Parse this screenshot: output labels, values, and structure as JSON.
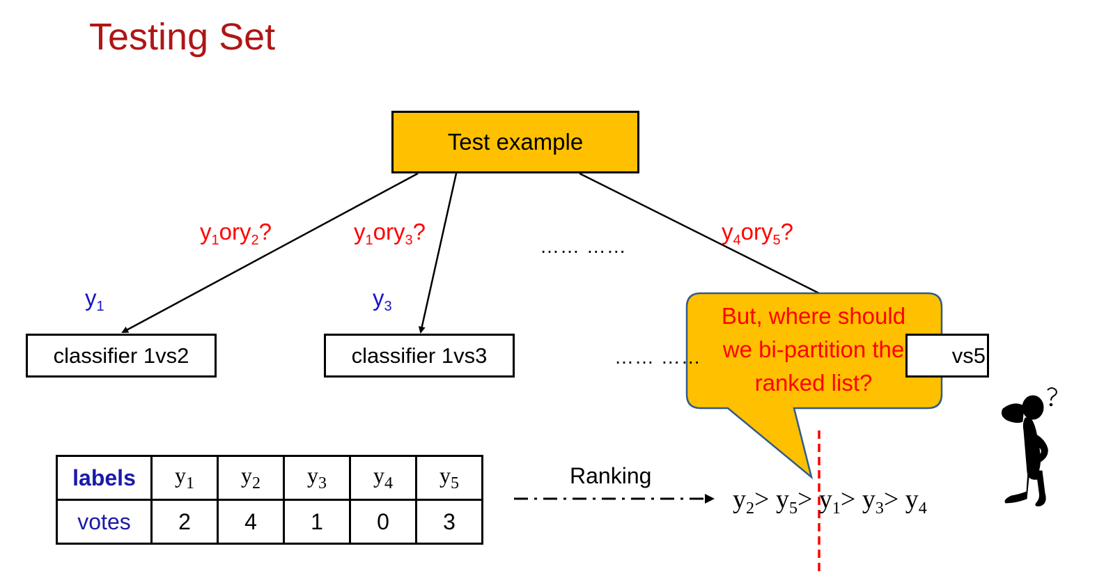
{
  "title": "Testing Set",
  "root": {
    "label": "Test example"
  },
  "questions": [
    {
      "y_a": "y",
      "a_sub": "1",
      "or": "or",
      "y_b": "y",
      "b_sub": "2",
      "q": "?"
    },
    {
      "y_a": "y",
      "a_sub": "1",
      "or": "or",
      "y_b": "y",
      "b_sub": "3",
      "q": "?"
    },
    {
      "y_a": "y",
      "a_sub": "4",
      "or": "or",
      "y_b": "y",
      "b_sub": "5",
      "q": "?"
    }
  ],
  "edge_results": [
    {
      "y": "y",
      "sub": "1"
    },
    {
      "y": "y",
      "sub": "3"
    }
  ],
  "ellipsis": "…… ……",
  "classifiers": [
    "classifier 1vs2",
    "classifier 1vs3",
    "vs5"
  ],
  "table": {
    "row1_header": "labels",
    "row2_header": "votes",
    "labels": [
      {
        "y": "y",
        "sub": "1"
      },
      {
        "y": "y",
        "sub": "2"
      },
      {
        "y": "y",
        "sub": "3"
      },
      {
        "y": "y",
        "sub": "4"
      },
      {
        "y": "y",
        "sub": "5"
      }
    ],
    "votes": [
      "2",
      "4",
      "1",
      "0",
      "3"
    ]
  },
  "ranking_label": "Ranking",
  "ranking": [
    {
      "y": "y",
      "sub": "2",
      "sep": ">"
    },
    {
      "y": "y",
      "sub": "5",
      "sep": ">"
    },
    {
      "y": "y",
      "sub": "1",
      "sep": ">"
    },
    {
      "y": "y",
      "sub": "3",
      "sep": ">"
    },
    {
      "y": "y",
      "sub": "4",
      "sep": ""
    }
  ],
  "callout": {
    "line1": "But, where should",
    "line2": "we bi-partition the",
    "line3": "ranked list?"
  },
  "colors": {
    "title": "#b01515",
    "question": "#ff0000",
    "label_blue": "#1515c8",
    "box_fill": "#ffc000",
    "callout_border": "#2f5c8a",
    "cut_line": "#ff0000"
  }
}
